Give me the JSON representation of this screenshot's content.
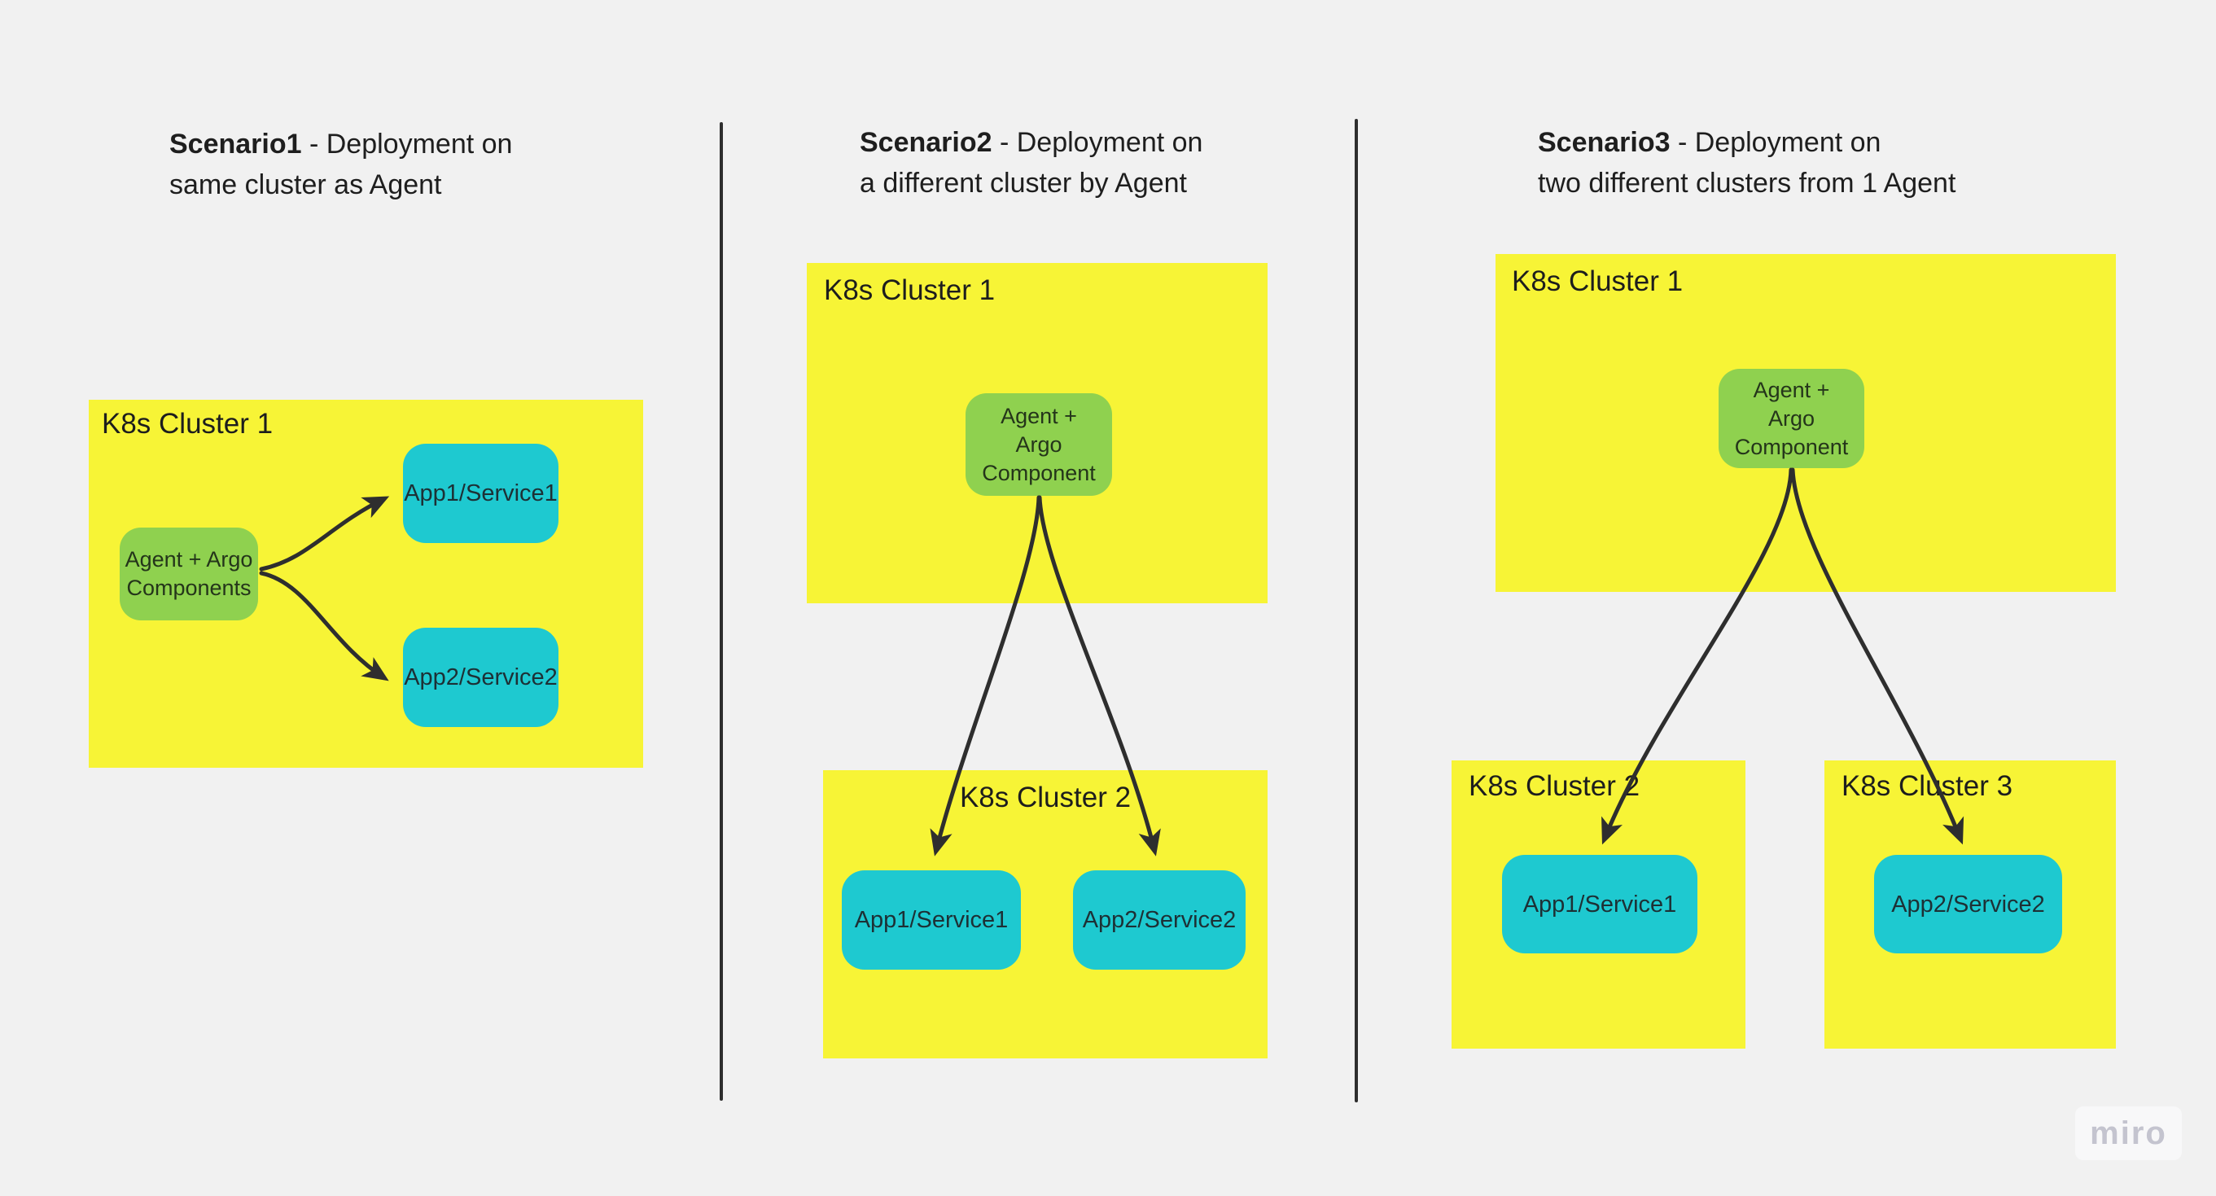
{
  "colors": {
    "bg": "#f1f1f1",
    "yellow": "#f7f436",
    "green": "#8fd14f",
    "cyan": "#1ec9d0",
    "ink": "#1e1e1e",
    "node_ink": "#1d3035",
    "line": "#2e2e2e",
    "wm_text": "#c4c4cf",
    "wm_pill": "#f8f8f9"
  },
  "scenarios": [
    {
      "title": {
        "bold": "Scenario1",
        "rest": " - Deployment on",
        "line2": "same cluster as Agent"
      },
      "cluster1_label": "K8s Cluster 1",
      "agent_line1": "Agent + Argo",
      "agent_line2": "Components",
      "app1": "App1/Service1",
      "app2": "App2/Service2"
    },
    {
      "title": {
        "bold": "Scenario2",
        "rest": " - Deployment on",
        "line2": "a different cluster by Agent"
      },
      "cluster1_label": "K8s Cluster 1",
      "cluster2_label": "K8s Cluster 2",
      "agent_line1": "Agent +",
      "agent_line2": "Argo",
      "agent_line3": "Component",
      "app1": "App1/Service1",
      "app2": "App2/Service2"
    },
    {
      "title": {
        "bold": "Scenario3",
        "rest": " - Deployment on",
        "line2": "two different clusters from 1 Agent"
      },
      "cluster1_label": "K8s Cluster 1",
      "cluster2_label": "K8s Cluster 2",
      "cluster3_label": "K8s Cluster 3",
      "agent_line1": "Agent +",
      "agent_line2": "Argo",
      "agent_line3": "Component",
      "app1": "App1/Service1",
      "app2": "App2/Service2"
    }
  ],
  "watermark": {
    "label": "miro"
  }
}
